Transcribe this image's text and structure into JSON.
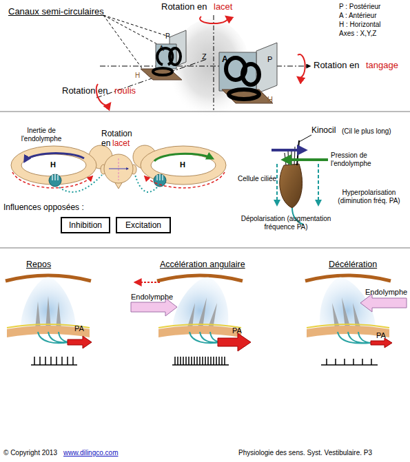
{
  "diagram": {
    "nodes": [
      {
        "text": [
          "Inhibition"
        ]
      },
      {
        "text": [
          "Excitation"
        ]
      }
    ],
    "labels": [
      "Canaux semi-circulaires",
      "Rotation en",
      "lacet",
      "P : Postérieur",
      "A : Antérieur",
      "H : Horizontal",
      "Axes : X,Y,Z",
      "P",
      "A",
      "H",
      "Z",
      "A",
      "P",
      "H",
      "Rotation en",
      "tangage",
      "Rotation en",
      "roulis",
      "Inertie de l'endolymphe",
      "Rotation en",
      "lacet",
      "H",
      "H",
      "Influences opposées :",
      "Kinocil",
      "(Cil le plus long)",
      "Pression de l'endolymphe",
      "Cellule ciliée",
      "Hyperpolarisation (diminution fréq. PA)",
      "Dépolarisation (augmentation fréquence PA)",
      "Repos",
      "Accélération angulaire",
      "Décélération",
      "Endolymphe",
      "PA",
      "PA",
      "Endolymphe",
      "PA",
      "© Copyright 2013",
      "www.dilingco.com",
      "Physiologie des sens. Syst. Vestibulaire. P3"
    ]
  }
}
